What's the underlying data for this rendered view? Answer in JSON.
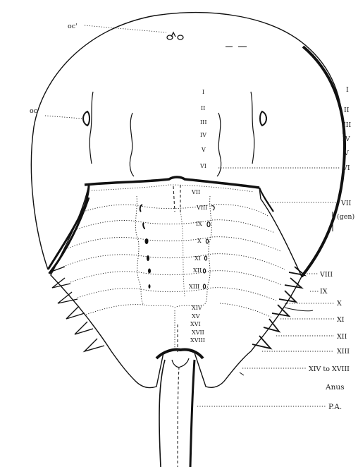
{
  "eye_labels": {
    "median": "oc'",
    "lateral": "oc"
  },
  "prosoma_segments": {
    "mid": [
      "I",
      "II",
      "III",
      "IV",
      "V",
      "VI"
    ],
    "right": [
      "I",
      "II",
      "III",
      "IV",
      "V",
      "VI"
    ]
  },
  "mesosoma_segments": {
    "mid": [
      "VII",
      "VIII",
      "IX",
      "X",
      "XI",
      "XII",
      "XIII",
      "XIV",
      "XV",
      "XVI",
      "XVII",
      "XVIII"
    ]
  },
  "right_labels": {
    "vii": "VII",
    "gen": "(gen)",
    "viii": "VIII",
    "ix": "IX",
    "x": "X",
    "xi": "XI",
    "xii": "XII",
    "xiii": "XIII",
    "xiv_xviii": "XIV to XVIII",
    "anus": "Anus",
    "pa": "P.A."
  },
  "colors": {
    "ink": "#111111",
    "paper": "#ffffff"
  }
}
